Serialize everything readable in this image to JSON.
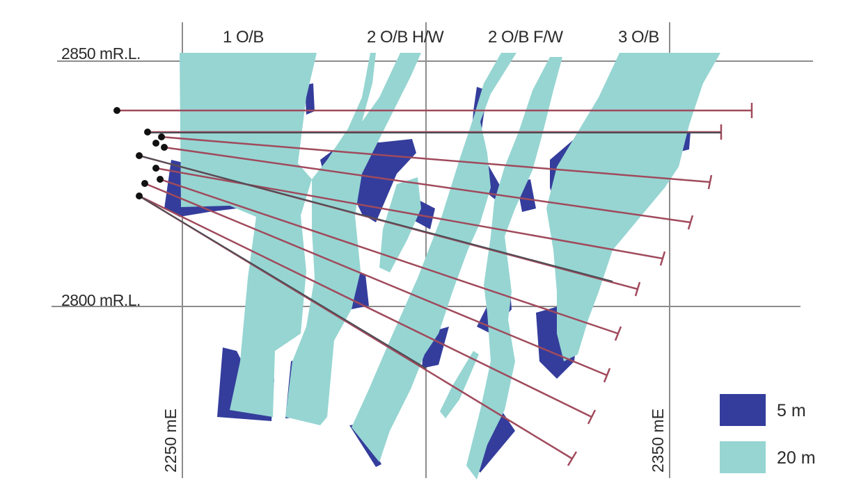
{
  "orebody_labels": [
    "1 O/B",
    "2 O/B H/W",
    "2 O/B F/W",
    "3 O/B"
  ],
  "rl_labels": [
    "2850 mR.L.",
    "2800 mR.L."
  ],
  "easting_labels": [
    "2250 mE",
    "2350 mE"
  ],
  "legend": [
    {
      "label": "5 m",
      "color": "#343d9c"
    },
    {
      "label": "20 m",
      "color": "#96d5d2"
    }
  ],
  "colors": {
    "grid": "#8c8c8c",
    "drillhole": "#a04a5c",
    "drillhole_dark": "#4d4d55",
    "collar": "#111111"
  }
}
